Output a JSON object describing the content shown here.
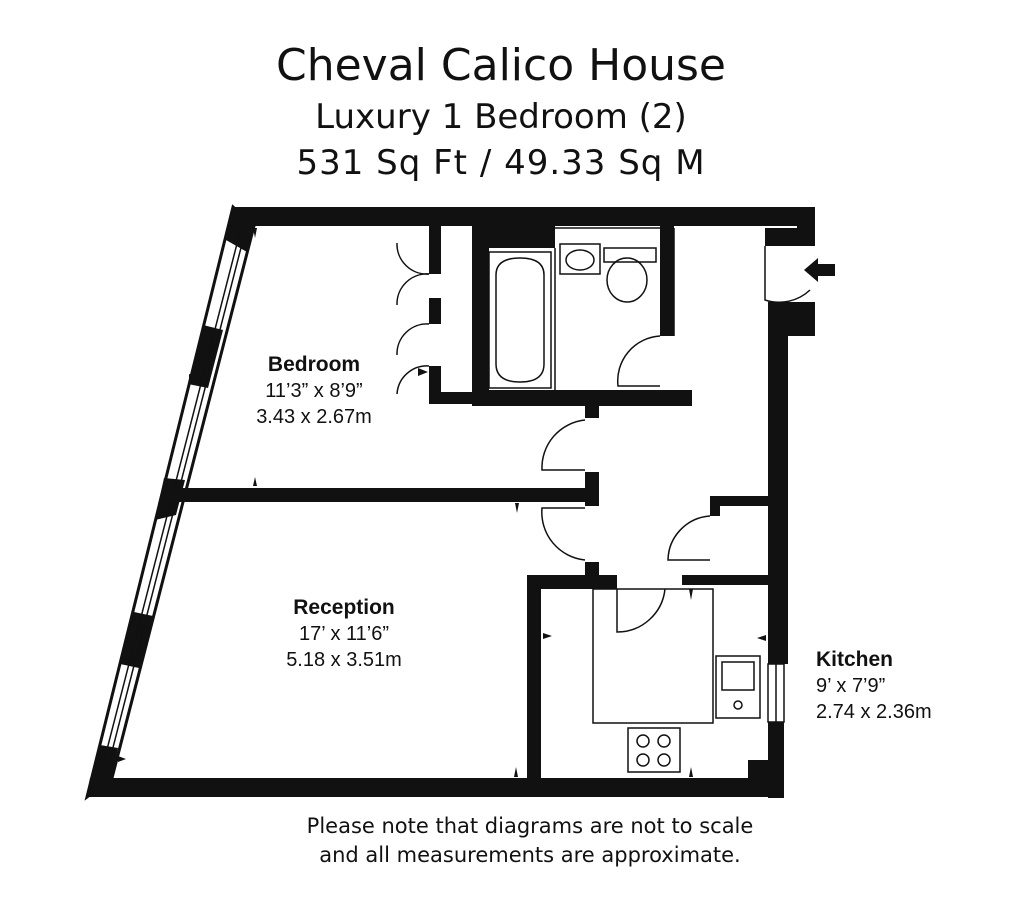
{
  "header": {
    "title": "Cheval Calico House",
    "subtitle": "Luxury 1 Bedroom (2)",
    "area": "531 Sq Ft / 49.33 Sq M"
  },
  "rooms": {
    "bedroom": {
      "name": "Bedroom",
      "imperial": "11’3” x 8’9”",
      "metric": "3.43 x 2.67m"
    },
    "reception": {
      "name": "Reception",
      "imperial": "17’ x 11’6”",
      "metric": "5.18 x 3.51m"
    },
    "kitchen": {
      "name": "Kitchen",
      "imperial": "9’ x 7’9”",
      "metric": "2.74 x 2.36m"
    }
  },
  "footer": {
    "note_line1": "Please note that diagrams are not to scale",
    "note_line2": "and all measurements are approximate."
  },
  "colors": {
    "wall": "#111111",
    "background": "#ffffff"
  },
  "icons": [
    "entrance-arrow-icon",
    "bathtub-icon",
    "basin-icon",
    "toilet-icon",
    "sink-icon",
    "hob-icon"
  ]
}
